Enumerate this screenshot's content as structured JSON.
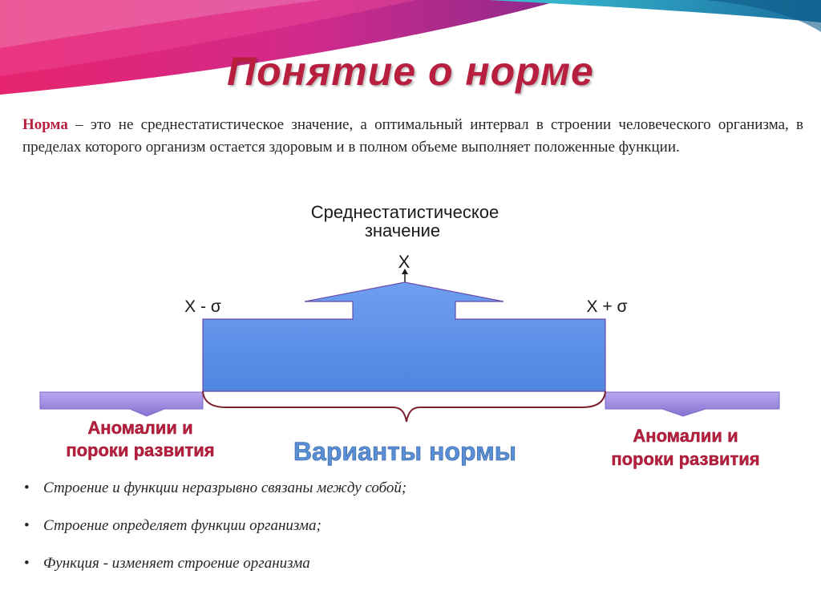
{
  "slide": {
    "title": "Понятие о норме",
    "definition": {
      "term": "Норма",
      "text": " – это не среднестатистическое значение, а оптимальный интервал в строении человеческого организма, в пределах которого организм остается здоровым и в полном объеме выполняет положенные функции."
    }
  },
  "diagram": {
    "mean_label_line1": "Среднестатистическое",
    "mean_label_line2": "значение",
    "mean_symbol": "X",
    "lower_bound_label": "X - σ",
    "upper_bound_label": "X + σ",
    "norm_variants_label": "Варианты нормы",
    "left_anomalies_line1": "Аномалии и",
    "left_anomalies_line2": "пороки развития",
    "right_anomalies_line1": "Аномалии и",
    "right_anomalies_line2": "пороки развития",
    "colors": {
      "norm_fill": "#5b8fe6",
      "anomaly_fill": "#9a88dc",
      "brace": "#7a1f2e",
      "accent_red": "#b81f3e",
      "variants_blue": "#4a7fc4"
    }
  },
  "bullets": [
    {
      "marker": "•",
      "text": "Строение и функции неразрывно связаны между собой;"
    },
    {
      "marker": "•",
      "text": "Строение определяет функции организма;"
    },
    {
      "marker": "•",
      "text": "Функция  - изменяет строение организма"
    }
  ]
}
